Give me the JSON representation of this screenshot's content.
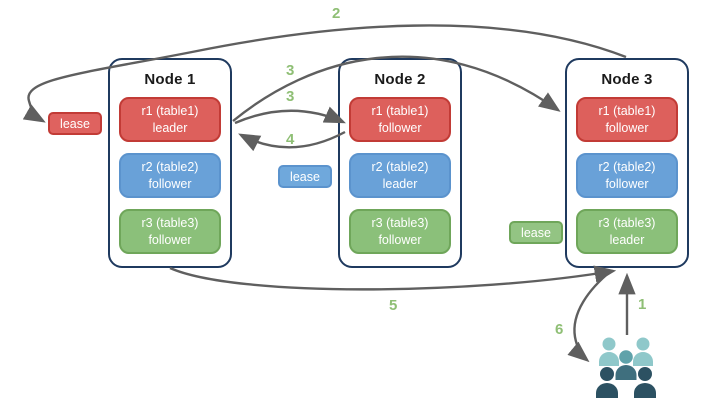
{
  "colors": {
    "red-fill": "#DD605C",
    "red-border": "#C23B36",
    "blue-fill": "#69A1D8",
    "blue-border": "#5B93CD",
    "green-fill": "#8BC07A",
    "green-border": "#6FA65A",
    "lease-red-fill": "#DF625F",
    "lease-blue-fill": "#6FA8DC",
    "lease-green-fill": "#93C483",
    "node-border": "#1F3A5F",
    "arrow": "#5F5F5F",
    "label-green": "#8FBF75",
    "people-light": "#8FC8CA",
    "people-medium": "#5FA2AA",
    "people-medium-dark": "#3F6F7E",
    "people-dark": "#2C5162"
  },
  "nodes": [
    {
      "title": "Node 1",
      "replicas": [
        {
          "name": "r1 (table1)",
          "role": "leader"
        },
        {
          "name": "r2 (table2)",
          "role": "follower"
        },
        {
          "name": "r3 (table3)",
          "role": "follower"
        }
      ]
    },
    {
      "title": "Node 2",
      "replicas": [
        {
          "name": "r1 (table1)",
          "role": "follower"
        },
        {
          "name": "r2 (table2)",
          "role": "leader"
        },
        {
          "name": "r3 (table3)",
          "role": "follower"
        }
      ]
    },
    {
      "title": "Node 3",
      "replicas": [
        {
          "name": "r1 (table1)",
          "role": "follower"
        },
        {
          "name": "r2 (table2)",
          "role": "follower"
        },
        {
          "name": "r3 (table3)",
          "role": "leader"
        }
      ]
    }
  ],
  "leases": {
    "red": "lease",
    "blue": "lease",
    "green": "lease"
  },
  "steps": {
    "s1": "1",
    "s2": "2",
    "s3a": "3",
    "s3b": "3",
    "s4": "4",
    "s5": "5",
    "s6": "6"
  }
}
